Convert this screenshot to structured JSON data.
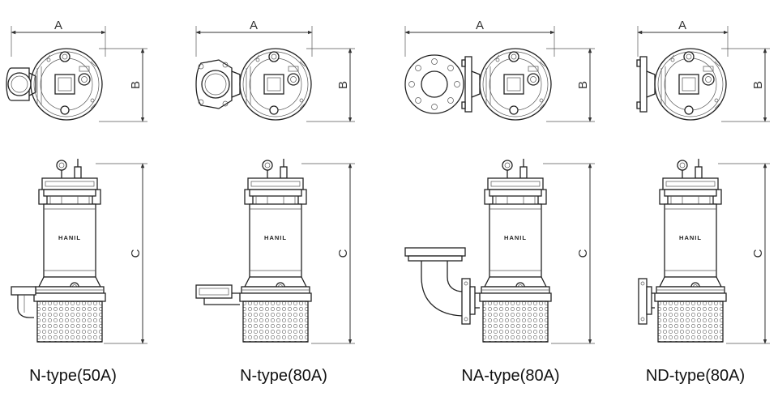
{
  "dimension_labels": {
    "width": "A",
    "depth": "B",
    "height": "C"
  },
  "brand": "HANIL",
  "pumps": [
    {
      "id": "n-50a",
      "caption": "N-type(50A)"
    },
    {
      "id": "n-80a",
      "caption": "N-type(80A)"
    },
    {
      "id": "na-80a",
      "caption": "NA-type(80A)"
    },
    {
      "id": "nd-80a",
      "caption": "ND-type(80A)"
    }
  ],
  "colors": {
    "line": "#222222",
    "text": "#111111",
    "background": "#ffffff"
  }
}
